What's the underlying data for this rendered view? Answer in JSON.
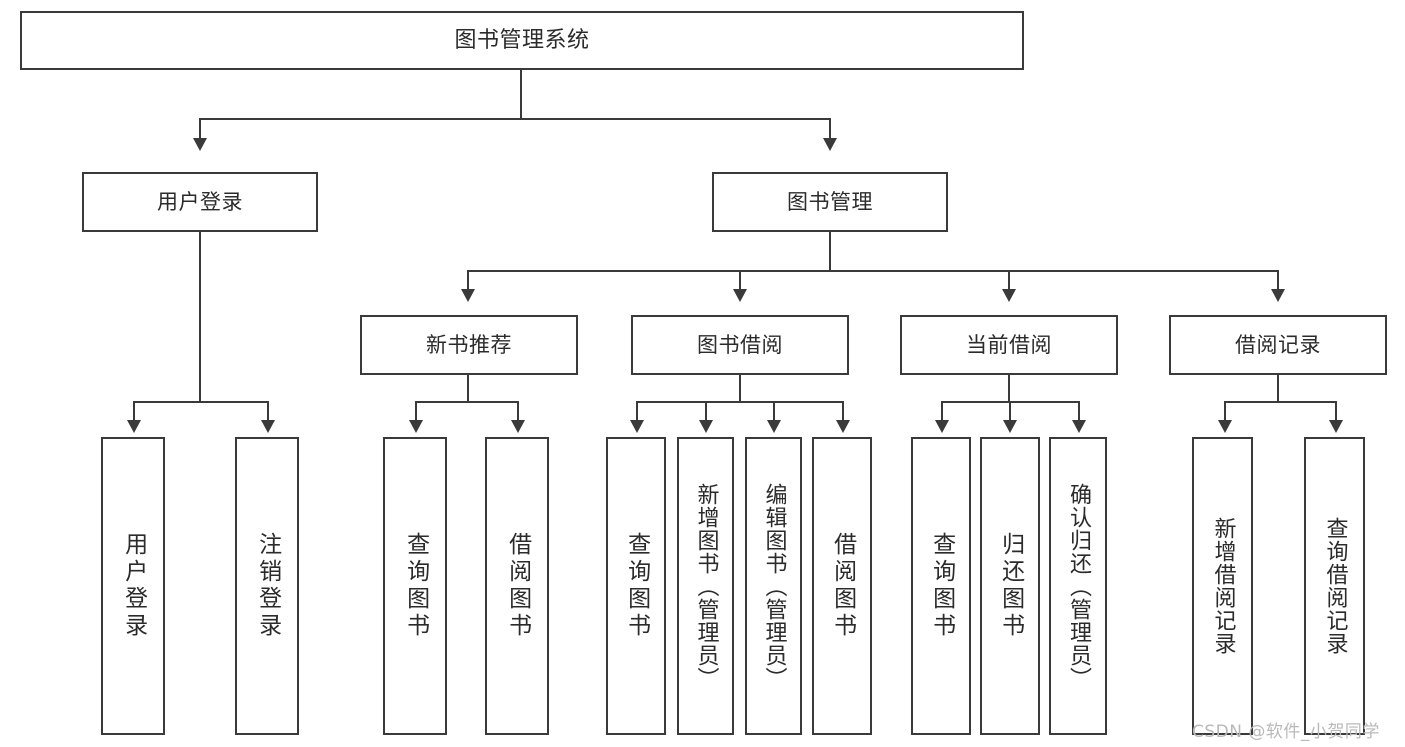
{
  "diagram": {
    "title": "图书管理系统",
    "type": "tree-hierarchy-chart",
    "watermark": "CSDN @软件_小贺同学",
    "accent_color": "#3a3a3a",
    "background_color": "#ffffff"
  },
  "nodes": {
    "root": {
      "label": "图书管理系统"
    },
    "level2": [
      {
        "id": "user-login",
        "label": "用户登录"
      },
      {
        "id": "book-management",
        "label": "图书管理"
      }
    ],
    "level3": [
      {
        "id": "new-book-recommend",
        "label": "新书推荐"
      },
      {
        "id": "book-borrow",
        "label": "图书借阅"
      },
      {
        "id": "current-borrow",
        "label": "当前借阅"
      },
      {
        "id": "borrow-record",
        "label": "借阅记录"
      }
    ],
    "leaves": {
      "user_login": [
        {
          "id": "leaf-user-login",
          "label": "用户登录"
        },
        {
          "id": "leaf-logout-login",
          "label": "注销登录"
        }
      ],
      "new_book_recommend": [
        {
          "id": "leaf-query-book-1",
          "label": "查询图书"
        },
        {
          "id": "leaf-borrow-book-1",
          "label": "借阅图书"
        }
      ],
      "book_borrow": [
        {
          "id": "leaf-query-book-2",
          "label": "查询图书"
        },
        {
          "id": "leaf-add-book",
          "label": "新增图书（管理员）"
        },
        {
          "id": "leaf-edit-book",
          "label": "编辑图书（管理员）"
        },
        {
          "id": "leaf-borrow-book-2",
          "label": "借阅图书"
        }
      ],
      "current_borrow": [
        {
          "id": "leaf-query-book-3",
          "label": "查询图书"
        },
        {
          "id": "leaf-return-book",
          "label": "归还图书"
        },
        {
          "id": "leaf-confirm-return",
          "label": "确认归还（管理员）"
        }
      ],
      "borrow_record": [
        {
          "id": "leaf-add-record",
          "label": "新增借阅记录"
        },
        {
          "id": "leaf-query-record",
          "label": "查询借阅记录"
        }
      ]
    }
  }
}
